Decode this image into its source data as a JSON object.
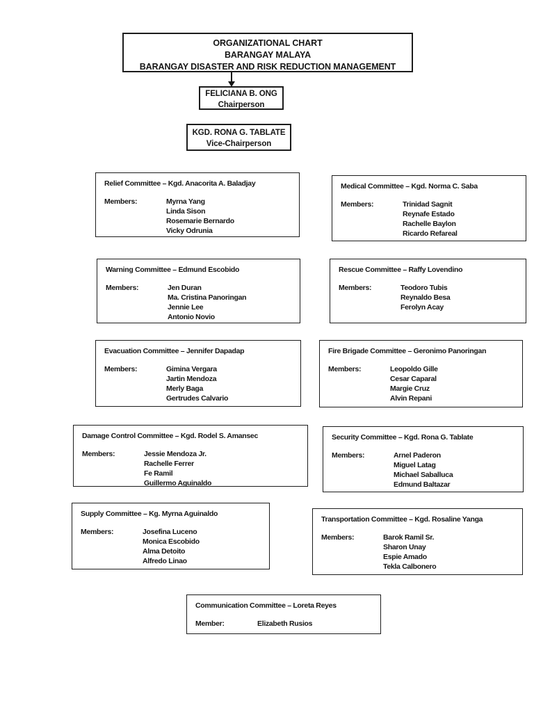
{
  "header": {
    "lines": [
      "ORGANIZATIONAL CHART",
      "BARANGAY MALAYA",
      "BARANGAY DISASTER AND RISK REDUCTION MANAGEMENT"
    ]
  },
  "chairperson": {
    "name": "FELICIANA B. ONG",
    "role": "Chairperson"
  },
  "vice_chairperson": {
    "name": "KGD. RONA G. TABLATE",
    "role": "Vice-Chairperson"
  },
  "colors": {
    "text": "#161616",
    "border": "#1c1c1c",
    "page_background": "#ffffff"
  },
  "committees": [
    {
      "title": "Relief Committee – Kgd. Anacorita A. Baladjay",
      "members_label": "Members:",
      "members": [
        "Myrna Yang",
        "Linda Sison",
        "Rosemarie Bernardo",
        "Vicky Odrunia"
      ]
    },
    {
      "title": "Medical Committee – Kgd. Norma C. Saba",
      "members_label": "Members:",
      "members": [
        "Trinidad Sagnit",
        "Reynafe Estado",
        "Rachelle Baylon",
        "Ricardo Refareal"
      ]
    },
    {
      "title": "Warning Committee – Edmund Escobido",
      "members_label": "Members:",
      "members": [
        "Jen Duran",
        "Ma. Cristina Panoringan",
        "Jennie Lee",
        "Antonio Novio"
      ]
    },
    {
      "title": "Rescue Committee – Raffy Lovendino",
      "members_label": "Members:",
      "members": [
        "Teodoro Tubis",
        "Reynaldo Besa",
        "Ferolyn Acay"
      ]
    },
    {
      "title": "Evacuation Committee – Jennifer Dapadap",
      "members_label": "Members:",
      "members": [
        "Gimina Vergara",
        "Jartin Mendoza",
        "Merly Baga",
        "Gertrudes Calvario"
      ]
    },
    {
      "title": "Fire Brigade Committee – Geronimo Panoringan",
      "members_label": "Members:",
      "members": [
        "Leopoldo Gille",
        "Cesar Caparal",
        "Margie Cruz",
        "Alvin Repani"
      ]
    },
    {
      "title": "Damage Control Committee – Kgd. Rodel S. Amansec",
      "members_label": "Members:",
      "members": [
        "Jessie Mendoza Jr.",
        "Rachelle Ferrer",
        "Fe Ramil",
        "Guillermo Aguinaldo"
      ]
    },
    {
      "title": "Security Committee – Kgd. Rona G. Tablate",
      "members_label": "Members:",
      "members": [
        "Arnel Paderon",
        "Miguel Latag",
        "Michael Saballuca",
        "Edmund Baltazar"
      ]
    },
    {
      "title": "Supply Committee – Kg. Myrna Aguinaldo",
      "members_label": "Members:",
      "members": [
        "Josefina Luceno",
        "Monica Escobido",
        "Alma Detoito",
        "Alfredo Linao"
      ]
    },
    {
      "title": "Transportation Committee – Kgd. Rosaline Yanga",
      "members_label": "Members:",
      "members": [
        "Barok Ramil Sr.",
        "Sharon Unay",
        "Espie Amado",
        "Tekla Calbonero"
      ]
    },
    {
      "title": "Communication Committee – Loreta Reyes",
      "members_label": "Member:",
      "members": [
        "Elizabeth Rusios"
      ]
    }
  ]
}
